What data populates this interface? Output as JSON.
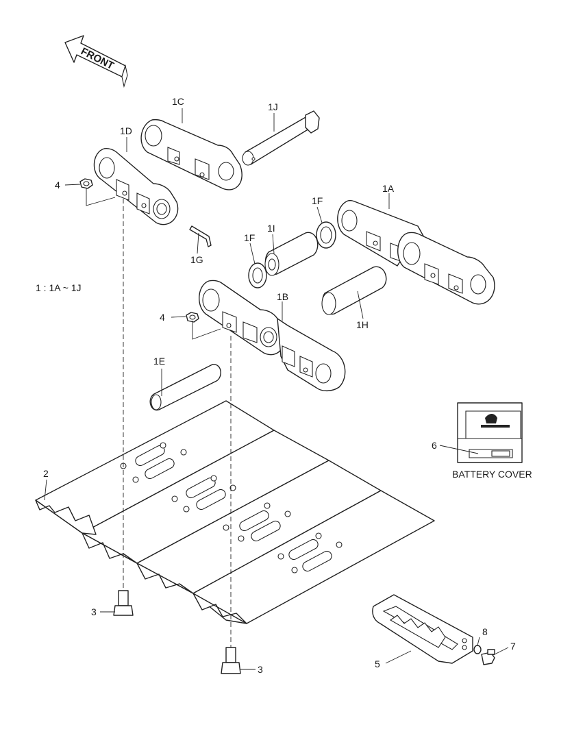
{
  "front_arrow": {
    "label": "FRONT"
  },
  "assembly_note": "1 : 1A ~ 1J",
  "battery_cover": {
    "caption": "BATTERY COVER"
  },
  "callouts": {
    "c1A": "1A",
    "c1B": "1B",
    "c1C": "1C",
    "c1D": "1D",
    "c1E": "1E",
    "c1F_a": "1F",
    "c1F_b": "1F",
    "c1G": "1G",
    "c1H": "1H",
    "c1I": "1I",
    "c1J": "1J",
    "c2": "2",
    "c3_a": "3",
    "c3_b": "3",
    "c4_a": "4",
    "c4_b": "4",
    "c5": "5",
    "c6": "6",
    "c7": "7",
    "c8": "8"
  }
}
